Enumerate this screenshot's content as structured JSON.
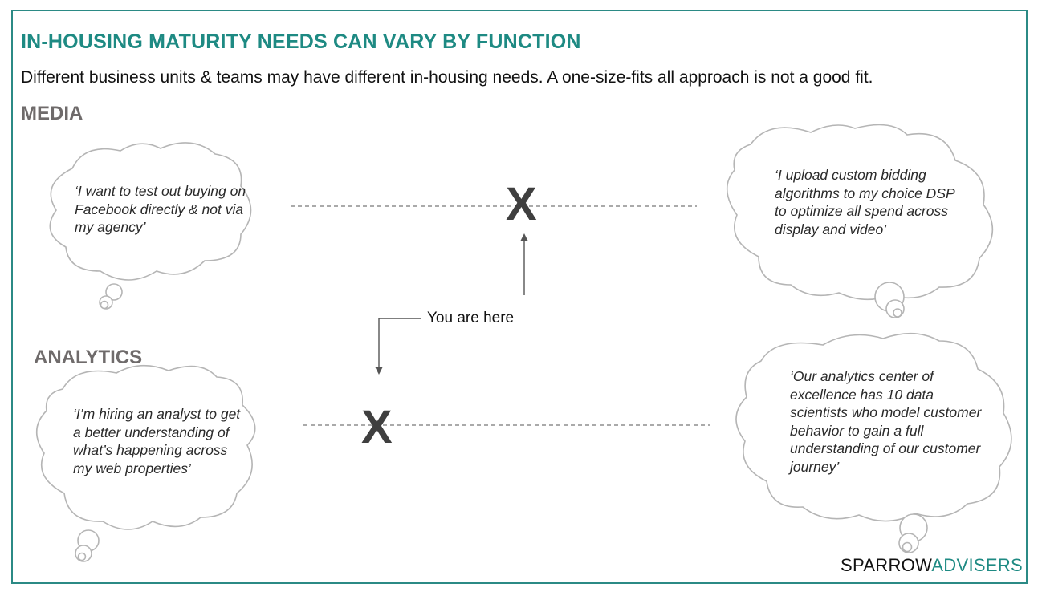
{
  "header": {
    "title": "IN-HOUSING MATURITY NEEDS CAN VARY BY FUNCTION",
    "subtitle": "Different business units & teams may have different in-housing needs. A one-size-fits all approach is not a good fit."
  },
  "colors": {
    "accent": "#1e8a83",
    "frame": "#2b8a85",
    "section_label": "#6f6b6b",
    "cloud_stroke": "#b5b5b5",
    "marker": "#3f3f3f"
  },
  "sections": {
    "media": {
      "label": "MEDIA",
      "left_quote": "‘I want to test out buying on Facebook directly & not via my agency’",
      "right_quote": "‘I upload custom bidding algorithms to my choice DSP to optimize all spend across display and video’",
      "marker": "X"
    },
    "analytics": {
      "label": "ANALYTICS",
      "left_quote": "‘I’m hiring an analyst to get a better understanding of what’s happening across my web properties’",
      "right_quote": "‘Our analytics center of excellence has 10 data scientists who model customer behavior to gain a full understanding of our customer journey’",
      "marker": "X"
    }
  },
  "pointer": {
    "label": "You are here"
  },
  "brand": {
    "part1": "SPARROW",
    "part2": "ADVISERS"
  }
}
